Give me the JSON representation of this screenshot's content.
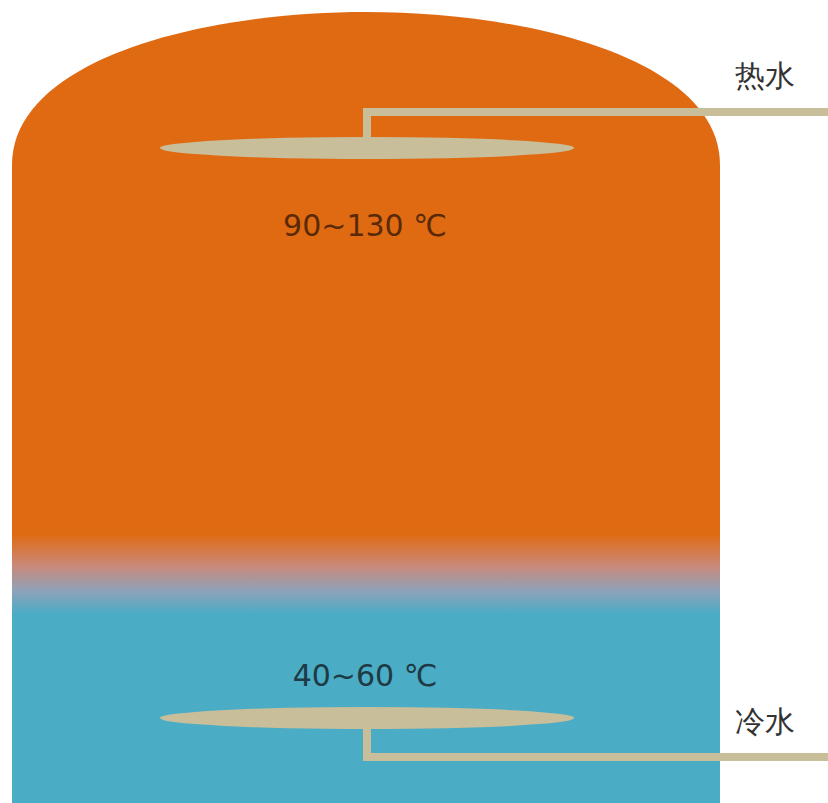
{
  "diagram": {
    "labels": [
      "热水",
      "90~130 ℃",
      "40~60 ℃",
      "冷水"
    ]
  }
}
